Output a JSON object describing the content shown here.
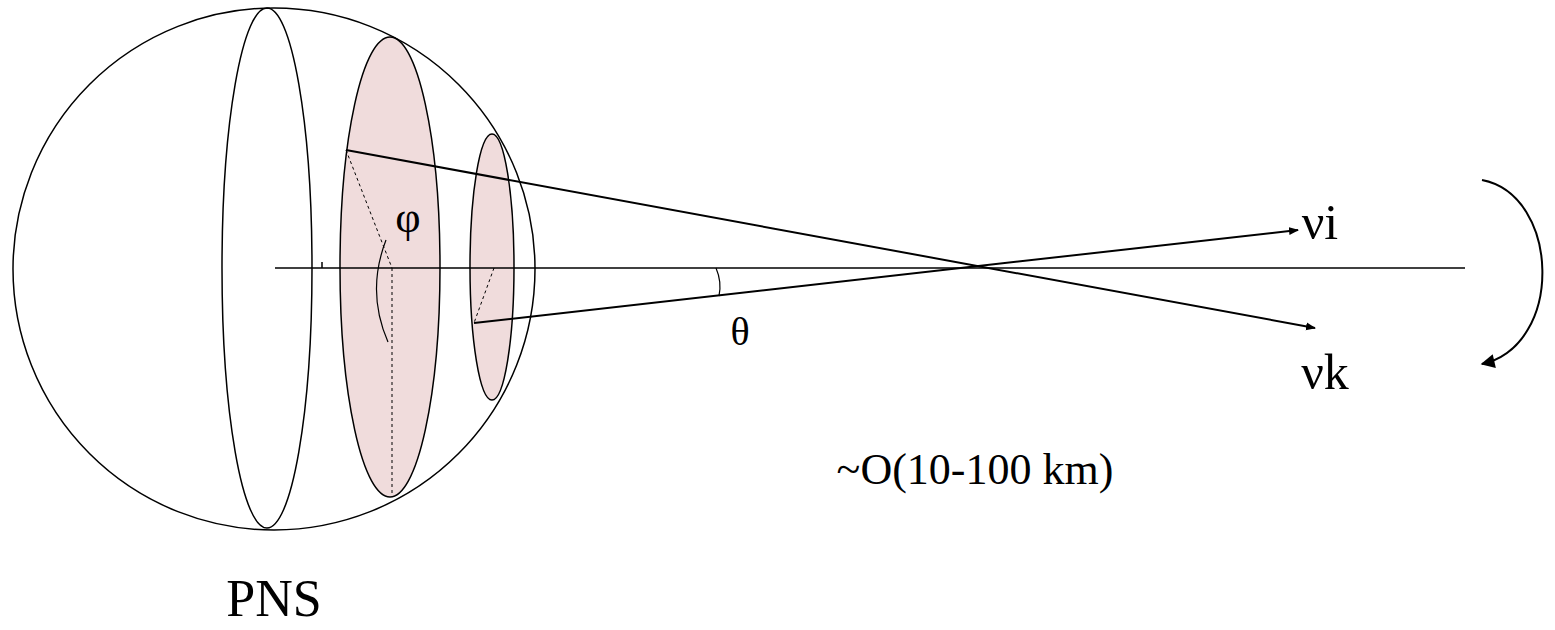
{
  "diagram": {
    "nodes": [
      {
        "text": [
          "PNS"
        ]
      }
    ],
    "labels": [
      "φ",
      "θ",
      "νi",
      "νk",
      "~O(10-100 km)"
    ]
  }
}
